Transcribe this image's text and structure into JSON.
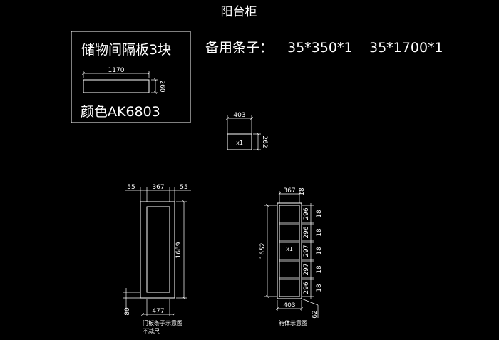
{
  "title": "阳台柜",
  "shelf_box": {
    "label": "储物间隔板3块",
    "width_dim": "1170",
    "height_dim": "260",
    "color": "颜色AK6803"
  },
  "spare_strips": {
    "label": "备用条子：",
    "strip1": "35*350*1",
    "strip2": "35*1700*1"
  },
  "small_part": {
    "width_dim": "403",
    "height_dim": "262",
    "qty": "x1"
  },
  "door_frame": {
    "left_dim": "55",
    "mid_dim": "367",
    "right_dim": "55",
    "height_dim": "1689",
    "bottom_dim": "477",
    "side_dim": "80",
    "caption_line1": "门板条子示意图",
    "caption_line2": "不减尺"
  },
  "cabinet": {
    "top_width_dim": "367",
    "top_thick_dim": "18",
    "height_dim": "1652",
    "qty": "x1",
    "gaps": [
      "296",
      "296",
      "297",
      "297",
      "296"
    ],
    "shelf_thick": "18",
    "bottom_width_dim": "403",
    "base_dim": "62",
    "caption": "箱体示意图"
  }
}
